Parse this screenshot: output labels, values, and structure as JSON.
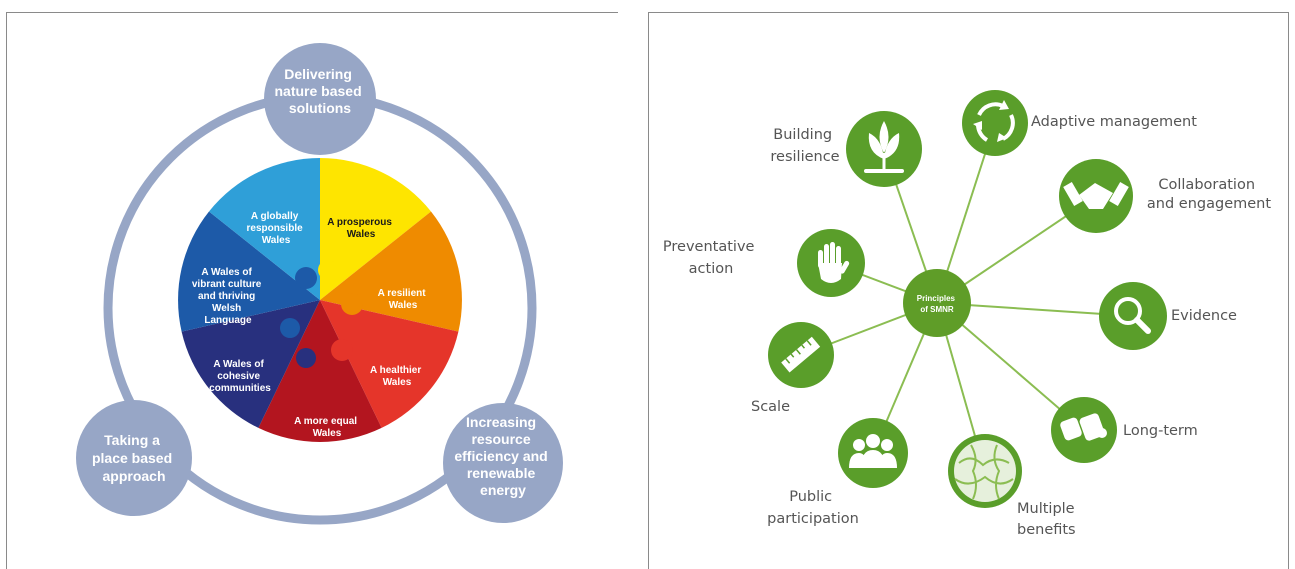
{
  "wellbeing": {
    "themes": {
      "nature": [
        "Delivering",
        "nature based",
        "solutions"
      ],
      "place": [
        "Taking a",
        "place based",
        "approach"
      ],
      "resource": [
        "Increasing",
        "resource",
        "efficiency and",
        "renewable",
        "energy"
      ]
    },
    "goals": {
      "prosperous": [
        "A prosperous",
        "Wales"
      ],
      "resilient": [
        "A resilient",
        "Wales"
      ],
      "healthier": [
        "A healthier",
        "Wales"
      ],
      "equal": [
        "A more equal",
        "Wales"
      ],
      "cohesive": [
        "A Wales of",
        "cohesive",
        "communities"
      ],
      "culture": [
        "A Wales of",
        "vibrant culture",
        "and thriving",
        "Welsh",
        "Language"
      ],
      "global": [
        "A globally",
        "responsible",
        "Wales"
      ]
    },
    "colors": {
      "ring": "#97a6c6",
      "prosperous": "#fee500",
      "resilient": "#ef8b00",
      "healthier": "#e5352a",
      "equal": "#b3151f",
      "cohesive": "#28307e",
      "culture": "#1d5aa8",
      "global": "#2f9fd8"
    }
  },
  "smnr": {
    "center": [
      "Principles",
      "of SMNR"
    ],
    "labels": {
      "adaptive": [
        "Adaptive management"
      ],
      "collaboration": [
        "Collaboration",
        "and engagement"
      ],
      "evidence": [
        "Evidence"
      ],
      "longterm": [
        "Long-term"
      ],
      "multiple": [
        "Multiple",
        "benefits"
      ],
      "public": [
        "Public",
        "participation"
      ],
      "scale": [
        "Scale"
      ],
      "preventative": [
        "Preventative",
        "action"
      ],
      "resilience": [
        "Building",
        "resilience"
      ]
    },
    "icons": {
      "adaptive": "cycle-arrows-icon",
      "collaboration": "handshake-icon",
      "evidence": "magnifier-icon",
      "longterm": "binoculars-icon",
      "multiple": "puzzle-globe-icon",
      "public": "people-group-icon",
      "scale": "ruler-icon",
      "preventative": "raised-hand-icon",
      "resilience": "seedling-icon"
    },
    "colors": {
      "icon_circle": "#5a9e2a",
      "center": "#5f9d28",
      "spoke": "#8bbd52"
    }
  }
}
